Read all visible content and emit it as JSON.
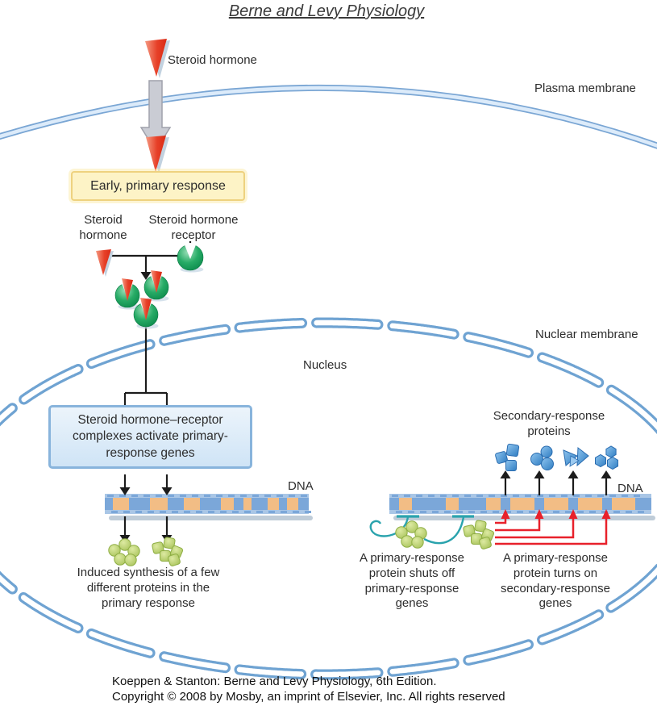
{
  "title": "Berne and Levy Physiology",
  "labels": {
    "steroid_hormone_top": "Steroid hormone",
    "plasma_membrane": "Plasma membrane",
    "early_primary_response": "Early, primary response",
    "steroid_hormone": "Steroid hormone",
    "steroid_hormone_receptor": "Steroid hormone receptor",
    "nuclear_membrane": "Nuclear membrane",
    "nucleus": "Nucleus",
    "complexes_box": "Steroid hormone–receptor complexes activate primary-response genes",
    "dna_left": "DNA",
    "dna_right": "DNA",
    "induced_synthesis": "Induced synthesis of a few different proteins in the primary response",
    "secondary_response_proteins": "Secondary-response proteins",
    "shuts_off": "A primary-response protein shuts off primary-response genes",
    "turns_on": "A primary-response protein turns on secondary-response genes"
  },
  "footer": {
    "line1": "Koeppen & Stanton: Berne and Levy Physiology, 6th Edition.",
    "line2": "Copyright © 2008 by Mosby, an imprint of Elsevier, Inc. All rights reserved"
  },
  "colors": {
    "text": "#2d2d2d",
    "membrane_blue": "#6fa3d2",
    "membrane_light": "#dcebfa",
    "hormone_red": "#e23a1f",
    "receptor_green": "#16a05a",
    "protein_green": "#b5cd6e",
    "protein_green_edge": "#8fae44",
    "protein_blue": "#3e8ed0",
    "protein_blue_edge": "#2a6cb0",
    "dna_orange": "#f2bd85",
    "dna_blue": "#7ba7d9",
    "signal_teal": "#2aa3ad",
    "signal_red": "#e8212b",
    "arrow_gray": "#caccd4",
    "arrow_black": "#1c1c1c",
    "box_yellow_bg": "#fdf3c6",
    "box_yellow_border": "#eed27f",
    "box_blue_border": "#88b4dc"
  }
}
